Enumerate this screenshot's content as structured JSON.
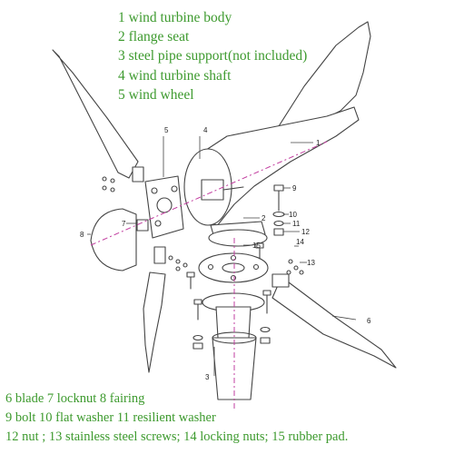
{
  "legend_top": [
    "1 wind turbine body",
    "2 flange seat",
    "3 steel pipe support(not included)",
    "4 wind turbine shaft",
    "5 wind wheel"
  ],
  "legend_bottom": [
    "6 blade 7 locknut 8 fairing",
    "9 bolt 10 flat washer 11 resilient washer",
    "12 nut ; 13 stainless steel screws; 14 locking nuts; 15 rubber pad."
  ],
  "callouts": {
    "c1": "1",
    "c2": "2",
    "c3": "3",
    "c4": "4",
    "c5": "5",
    "c6": "6",
    "c7": "7",
    "c8": "8",
    "c9": "9",
    "c10": "10",
    "c11": "11",
    "c12": "12",
    "c13": "13",
    "c14": "14",
    "c15": "15"
  },
  "colors": {
    "legend_text": "#3d9a2e",
    "axis_line": "#c23fa0",
    "line_art": "#444444",
    "background": "#ffffff"
  }
}
